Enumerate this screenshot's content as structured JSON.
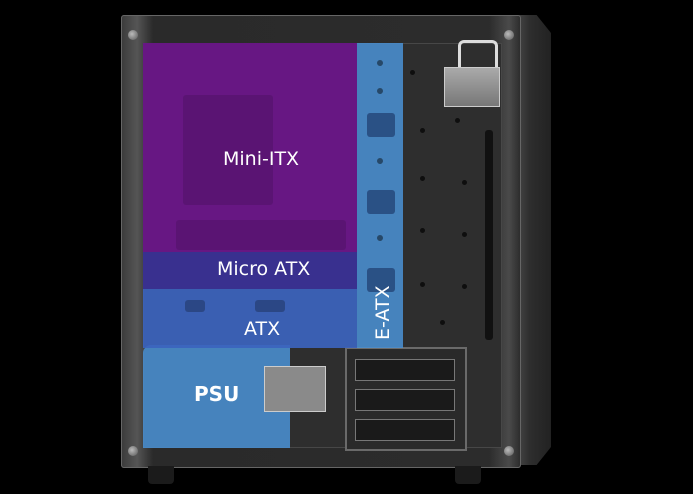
{
  "labels": {
    "mini_itx": "Mini-ITX",
    "micro_atx": "Micro ATX",
    "atx": "ATX",
    "eatx": "E-ATX",
    "psu": "PSU"
  },
  "colors": {
    "mini_itx": "#691682",
    "micro_atx": "#3a2c8c",
    "atx": "#3c64be",
    "eatx": "#4a90d2",
    "psu": "#4a90d2",
    "background": "#000000"
  }
}
